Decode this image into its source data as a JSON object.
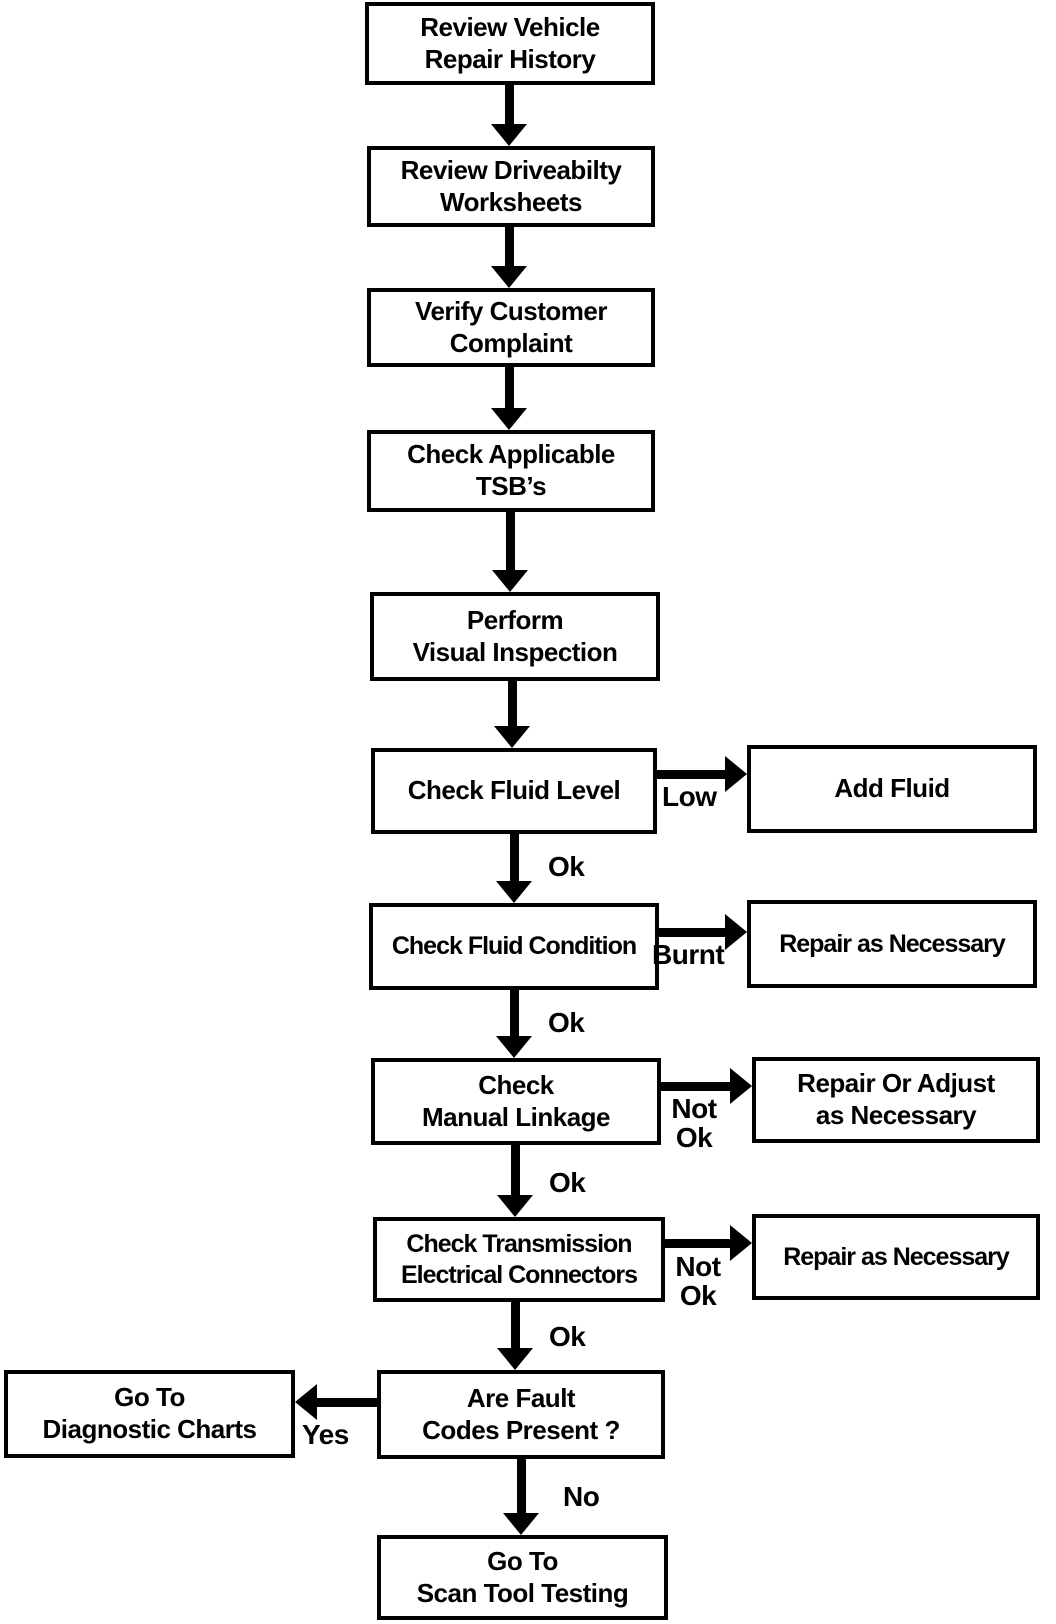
{
  "diagram": {
    "description": "Automatic transmission diagnostic procedure flowchart",
    "colors": {
      "line": "#000000",
      "box_fill": "#ffffff",
      "background": "#ffffff",
      "text": "#000000"
    },
    "nodes": {
      "review_vehicle_repair_history": "Review Vehicle\nRepair History",
      "review_driveabilty_worksheets": "Review Driveabilty\nWorksheets",
      "verify_customer_complaint": "Verify Customer\nComplaint",
      "check_applicable_tsbs": "Check Applicable\nTSB’s",
      "perform_visual_inspection": "Perform\nVisual Inspection",
      "check_fluid_level": "Check Fluid Level",
      "add_fluid": "Add Fluid",
      "check_fluid_condition": "Check Fluid Condition",
      "repair_as_necessary_fluid": "Repair as Necessary",
      "check_manual_linkage": "Check\nManual Linkage",
      "repair_or_adjust_as_necessary": "Repair Or Adjust\nas Necessary",
      "check_transmission_electrical_connectors": "Check Transmission\nElectrical Connectors",
      "repair_as_necessary_connectors": "Repair as Necessary",
      "are_fault_codes_present": "Are Fault\nCodes Present ?",
      "go_to_diagnostic_charts": "Go To\nDiagnostic Charts",
      "go_to_scan_tool_testing": "Go To\nScan Tool Testing"
    },
    "edge_labels": {
      "low": "Low",
      "ok_after_fluid_level": "Ok",
      "burnt": "Burnt",
      "ok_after_fluid_condition": "Ok",
      "not_ok_linkage": "Not\nOk",
      "ok_after_linkage": "Ok",
      "not_ok_connectors": "Not\nOk",
      "ok_after_connectors": "Ok",
      "yes": "Yes",
      "no": "No"
    }
  }
}
